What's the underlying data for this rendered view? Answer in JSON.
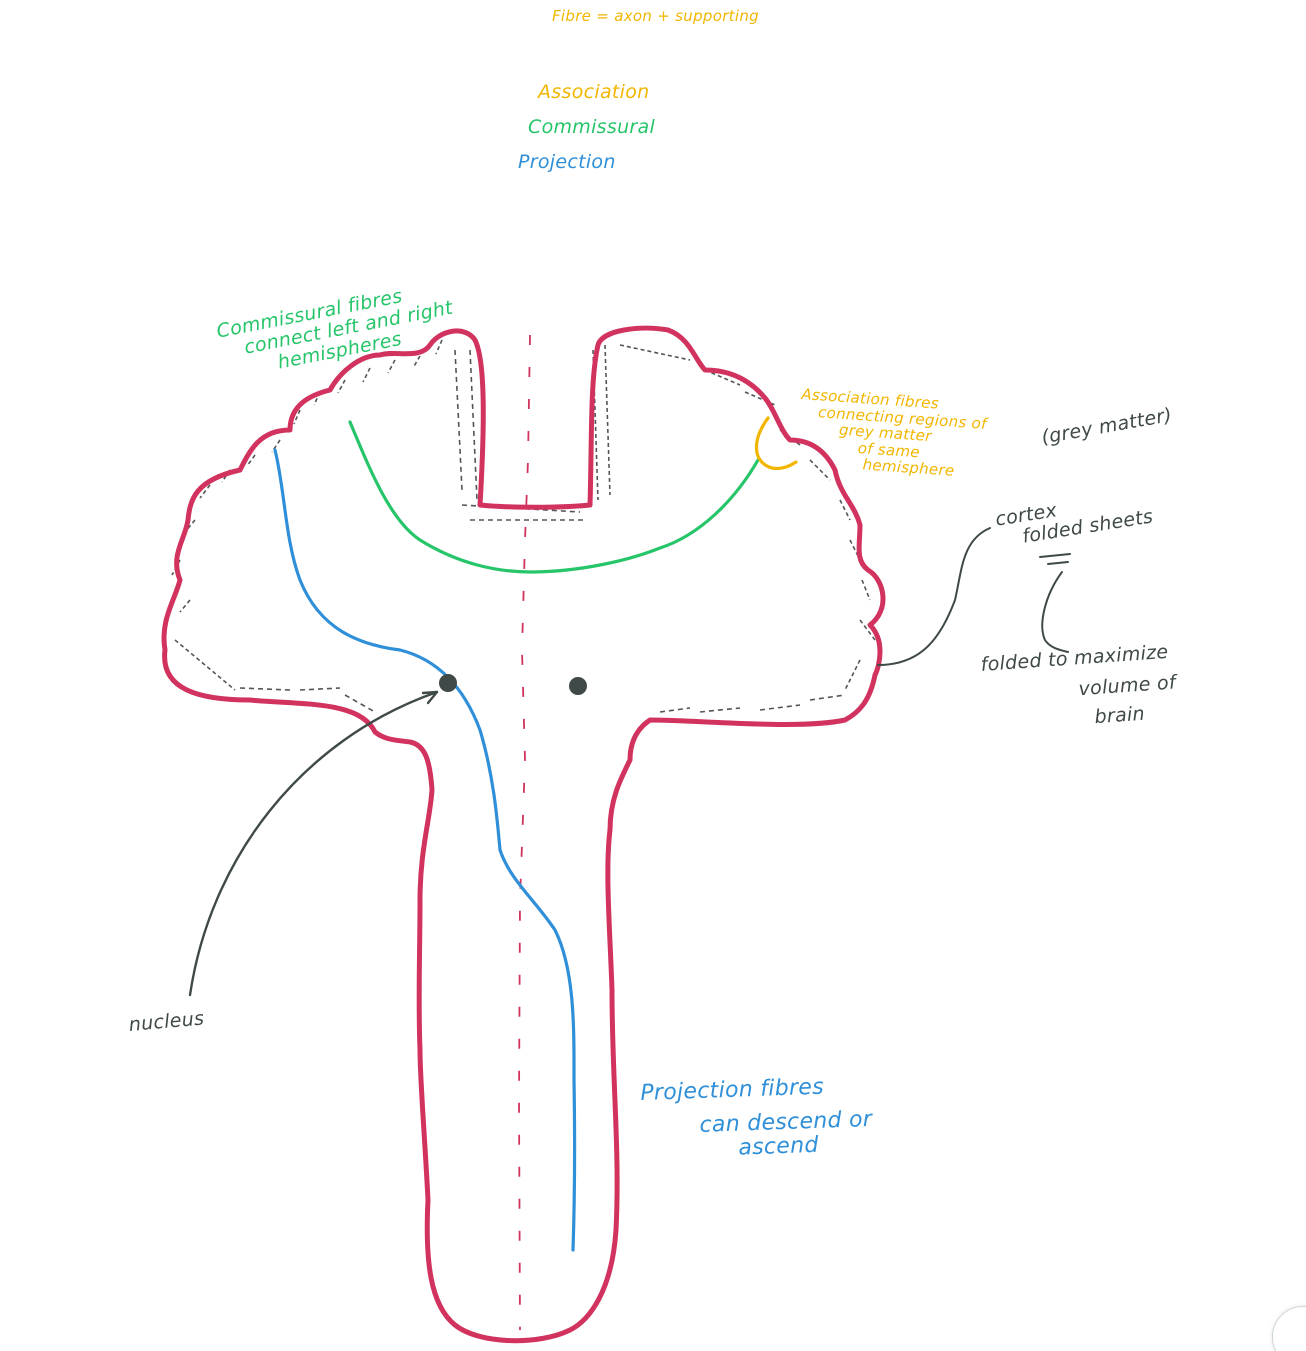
{
  "legend": {
    "fibre_definition": "Fibre = axon + supporting",
    "association": "Association",
    "commissural": "Commissural",
    "projection": "Projection"
  },
  "annotations": {
    "commissural_line1": "Commissural fibres",
    "commissural_line2": "connect left and right",
    "commissural_line3": "hemispheres",
    "association_line1": "Association fibres",
    "association_line2": "connecting regions of",
    "association_line3": "grey matter",
    "association_line4": "of same",
    "association_line5": "hemisphere",
    "grey_matter": "(grey matter)",
    "cortex_line1": "cortex",
    "cortex_line2": "folded sheets",
    "folded_line1": "folded to maximize",
    "folded_line2": "volume of",
    "folded_line3": "brain",
    "nucleus": "nucleus",
    "projection_line1": "Projection fibres",
    "projection_line2": "can descend or",
    "projection_line3": "ascend"
  },
  "colors": {
    "outline": "#d1335e",
    "association": "#f2b600",
    "commissural": "#27c56a",
    "projection": "#2f8fd8",
    "annotation": "#3f4a48",
    "hatching": "#555555"
  }
}
